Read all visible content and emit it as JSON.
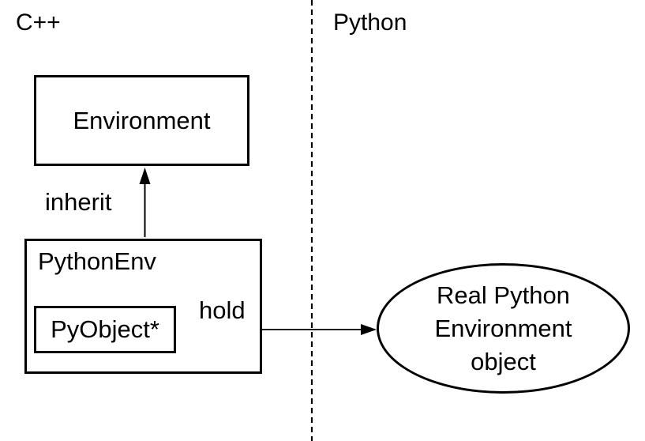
{
  "regions": {
    "left_label": "C++",
    "right_label": "Python"
  },
  "nodes": {
    "environment": {
      "label": "Environment"
    },
    "python_env": {
      "label": "PythonEnv"
    },
    "py_object": {
      "label": "PyObject*"
    },
    "real_python": {
      "lines": [
        "Real Python",
        "Environment",
        "object"
      ]
    }
  },
  "edges": {
    "inherit": {
      "label": "inherit",
      "from": "PythonEnv",
      "to": "Environment"
    },
    "hold": {
      "label": "hold",
      "from": "PyObject*",
      "to": "Real Python Environment object"
    }
  },
  "colors": {
    "stroke": "#000000",
    "background": "#ffffff"
  }
}
